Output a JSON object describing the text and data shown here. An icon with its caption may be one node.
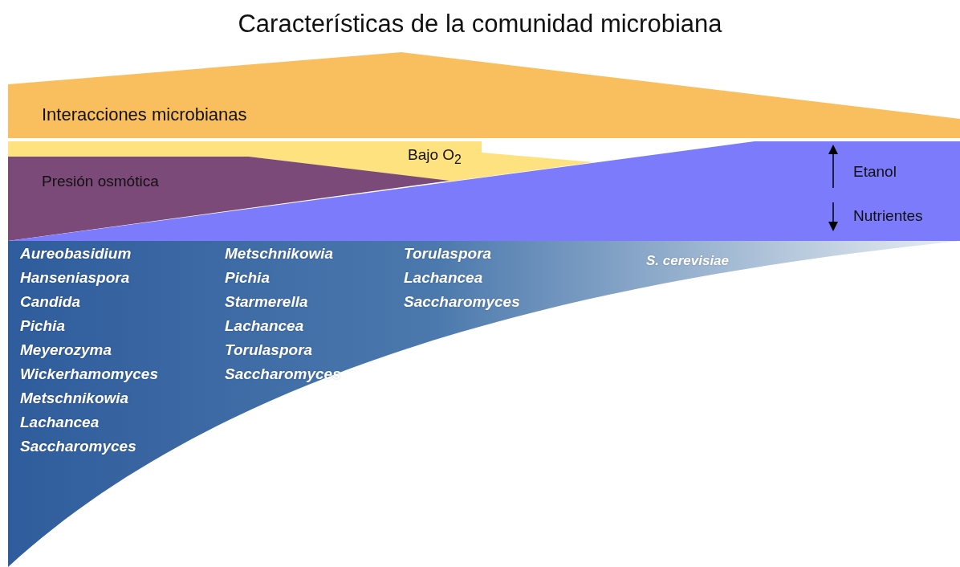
{
  "diagram": {
    "title": "Características de la comunidad microbiana",
    "nodes": [
      {
        "text": [
          "Interacciones microbianas"
        ]
      },
      {
        "text": [
          "Bajo O$_{2}$"
        ]
      },
      {
        "text": [
          "Presión osmótica"
        ]
      },
      {
        "text": [
          "Etanol",
          "Nutrientes"
        ]
      },
      {
        "text": [
          "Aureobasidium",
          "Hanseniaspora",
          "Candida",
          "Pichia",
          "Meyerozyma",
          "Wickerhamomyces",
          "Metschnikowia",
          "Lachancea",
          "Saccharomyces",
          "Metschnikowia",
          "Pichia",
          "Starmerella",
          "Lachancea",
          "Torulaspora",
          "Saccharomyces",
          "Torulaspora",
          "Lachancea",
          "Saccharomyces",
          "S. cerevisiae"
        ]
      }
    ]
  }
}
